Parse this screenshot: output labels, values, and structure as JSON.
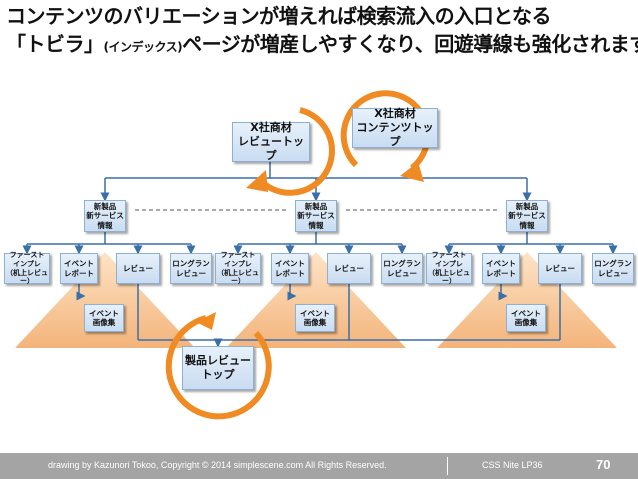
{
  "headline": {
    "line1": "コンテンツのバリエーションが増えれば検索流入の入口となる",
    "line2_open": "「トビラ」",
    "line2_small": "(インデックス)",
    "line2_rest": "ページが増産しやすくなり、回遊導線も強化されます。"
  },
  "hubs": {
    "review_top": "X社商材\nレビュートップ",
    "contents_top": "X社商材\nコンテンツトップ",
    "product_review_top": "製品レビュー\nトップ"
  },
  "groups": [
    {
      "new_product": "新製品\n新サービス\n情報",
      "first_impression": "ファースト\nインプレ\n（机上レビュー）",
      "event_report": "イベント\nレポート",
      "review": "レビュー",
      "long_run_review": "ロングラン\nレビュー",
      "event_photos": "イベント\n画像集"
    },
    {
      "new_product": "新製品\n新サービス\n情報",
      "first_impression": "ファースト\nインプレ\n（机上レビュー）",
      "event_report": "イベント\nレポート",
      "review": "レビュー",
      "long_run_review": "ロングラン\nレビュー",
      "event_photos": "イベント\n画像集"
    },
    {
      "new_product": "新製品\n新サービス\n情報",
      "first_impression": "ファースト\nインプレ\n（机上レビュー）",
      "event_report": "イベント\nレポート",
      "review": "レビュー",
      "long_run_review": "ロングラン\nレビュー",
      "event_photos": "イベント\n画像集"
    }
  ],
  "footer": {
    "credit": "drawing by Kazunori Tokoo, Copyright © 2014 simplescene.com All Rights Reserved.",
    "event": "CSS Nite LP36",
    "page": "70"
  },
  "colors": {
    "connector": "#3a6fa8",
    "arrow": "#f08a23",
    "triangle": "#f7c99a",
    "footer": "#a4a4a4"
  }
}
